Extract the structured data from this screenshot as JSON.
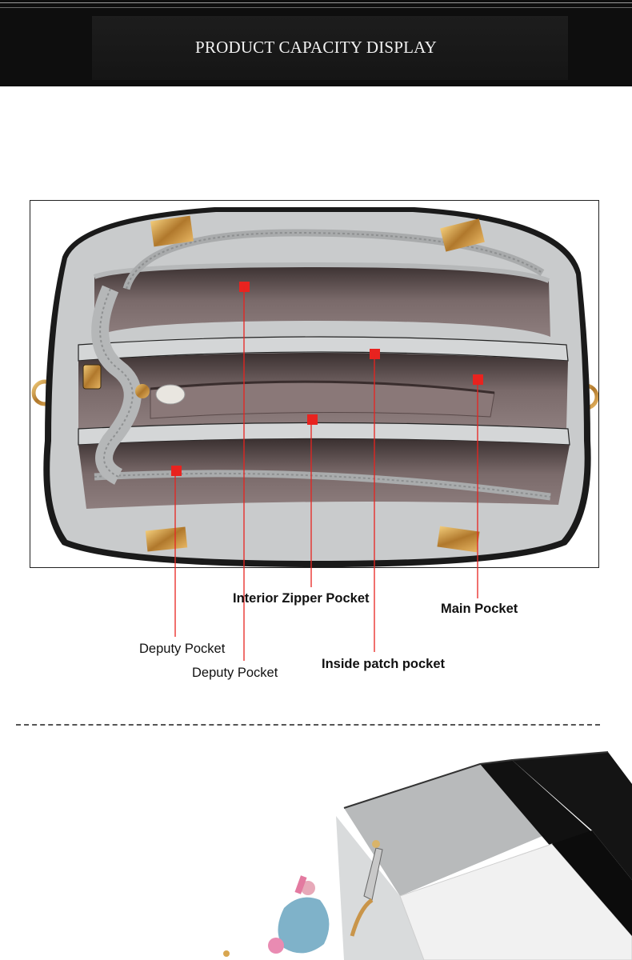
{
  "header": {
    "title": "PRODUCT CAPACITY DISPLAY"
  },
  "colors": {
    "banner": "#0e0e0e",
    "marker": "#e8231f",
    "bag_grey": "#c9cbcc",
    "bag_lining": "#6b5c5c",
    "bag_black": "#111111"
  },
  "pocket_labels": {
    "interior_zipper": "Interior Zipper Pocket",
    "main": "Main Pocket",
    "deputy_1": "Deputy Pocket",
    "deputy_2": "Deputy Pocket",
    "inside_patch": "Inside patch pocket"
  },
  "images": {
    "top": "handbag-interior-photo",
    "bottom": "handbag-exterior-photo"
  }
}
